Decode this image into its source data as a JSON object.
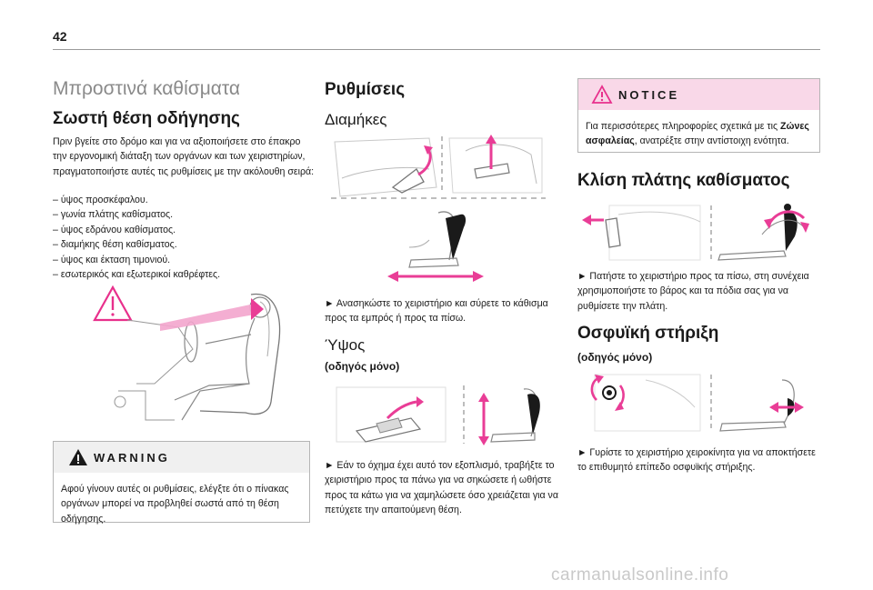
{
  "page_number": "42",
  "col1": {
    "section_title": "Μπροστινά καθίσματα",
    "heading": "Σωστή θέση οδήγησης",
    "intro": "Πριν βγείτε στο δρόμο και για να αξιοποιήσετε στο έπακρο την εργονομική διάταξη των οργάνων και των χειριστηρίων, πραγματοποιήστε αυτές τις ρυθμίσεις με την ακόλουθη σειρά:",
    "list": [
      "ύψος προσκέφαλου.",
      "γωνία πλάτης καθίσματος.",
      "ύψος εδράνου καθίσματος.",
      "διαμήκης θέση καθίσματος.",
      "ύψος και έκταση τιμονιού.",
      "εσωτερικός και εξωτερικοί καθρέφτες."
    ],
    "warning_label": "WARNING",
    "warning_text": "Αφού γίνουν αυτές οι ρυθμίσεις, ελέγξτε ότι ο πίνακας οργάνων μπορεί να προβληθεί σωστά από τη θέση οδήγησης."
  },
  "col2": {
    "heading": "Ρυθμίσεις",
    "sub1": "Διαμήκες",
    "text1": "► Ανασηκώστε το χειριστήριο και σύρετε το κάθισμα προς τα εμπρός ή προς τα πίσω.",
    "sub2": "Ύψος",
    "sub2_note": "(οδηγός μόνο)",
    "text2": "► Εάν το όχημα έχει αυτό τον εξοπλισμό, τραβήξτε το χειριστήριο προς τα πάνω για να σηκώσετε ή ωθήστε προς τα κάτω για να χαμηλώσετε όσο χρειάζεται για να πετύχετε την απαιτούμενη θέση."
  },
  "col3": {
    "notice_label": "NOTICE",
    "notice_text_pre": "Για περισσότερες πληροφορίες σχετικά με τις ",
    "notice_text_bold": "Ζώνες ασφαλείας",
    "notice_text_post": ", ανατρέξτε στην αντίστοιχη ενότητα.",
    "heading1": "Κλίση πλάτης καθίσματος",
    "text1": "► Πατήστε το χειριστήριο προς τα πίσω, στη συνέχεια χρησιμοποιήστε το βάρος και τα πόδια σας για να ρυθμίσετε την πλάτη.",
    "heading2": "Οσφυϊκή στήριξη",
    "sub2_note": "(οδηγός μόνο)",
    "text2": "► Γυρίστε το χειριστήριο χειροκίνητα για να αποκτήσετε το επιθυμητό επίπεδο οσφυϊκής στήριξης."
  },
  "watermark": "carmanualsonline.info",
  "colors": {
    "accent_pink": "#e8308c",
    "warning_bg": "#f0f0f0",
    "notice_bg": "#f9d8e8",
    "arrow_pink": "#e93d96"
  }
}
